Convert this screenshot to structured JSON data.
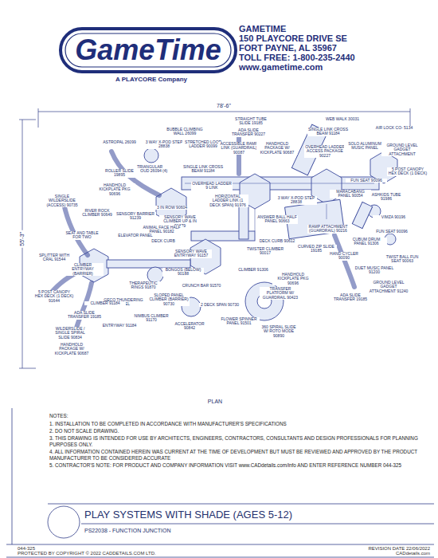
{
  "diagram": {
    "title": "PLAY SYSTEMS WITH SHADE (AGES 5-12)",
    "caption": "PS22038 - FUNCTION JUNCTION",
    "labels": [
      "GameTime",
      "A PLAYCORE Company",
      "GAMETIME",
      "150 PLAYCORE DRIVE SE",
      "FORT PAYNE, AL 35967",
      "TOLL FREE: 1-800-235-2440",
      "www.gametime.com",
      "78'-6\"",
      "55'-3\"",
      "WEB WALK 30031",
      "STRAIGHT TUBE SLIDE 19185",
      "ADA SLIDE TRANSFER 90227",
      "SINGLE LINK CROSS BEAM 91184",
      "AIR LOCK CO- 5134",
      "BUBBLE CLIMBING WALL 26099",
      "3 WAY X-POD STEP 28838",
      "STRETCHED LOOP LADDER 90099",
      "ACCESSIBLE RAMP LINK (GUARDRAIL) 90087",
      "HANDHOLD PACKAGE W/ KICKPLATE 90687",
      "OVERHEAD LADDER ACCESS PACKAGE 90227",
      "SOLO ALUMINUM MUSIC PANEL",
      "GROUND LEVEL GADGET ATTACHMENT",
      "ASTROPAL 26099",
      "SINGLE LINK CROSS BEAM 91184",
      "TRIANGULAR SHROUD 26094 (4)",
      "OVERHEAD LADDER 9 LINK",
      "HORIZONTAL LADDER LINK (1 DECK SPAN) 91976",
      "5 POST CANOPY HEX DECK (1 DECK)",
      "ROLLER SLIDE 19895",
      "HANDHOLD KICKPLATE PKG 90696",
      "3 WAY X-POD STEP 28838",
      "MARACABANG PANEL 90054",
      "FUN SEAT 90096",
      "ASHKIDS TUBE 91986",
      "3 IN ROW 90604",
      "SENSORY WAVE CLIMBER UP & IN 91379",
      "SINGLE WILDERSLIDE (ACCESS) 90735",
      "RIVER ROCK CLIMBER 90649",
      "SENSORY BARRIER 91239",
      "ANIMAL FACE HALF PANEL 90182",
      "DECK CURB",
      "ANSWER BALL HALF PANEL 90663",
      "DECK CURB 90612",
      "RAMP ATTACHMENT (GUARDRAIL) 90216",
      "VIMZA 90196",
      "FUN SEAT 90096",
      "SEAT AND TABLE FOR TWO",
      "ELEVATOR PANEL",
      "SENSORY WAVE ENTRYWAY 91157",
      "TWISTER CLIMBER 90017",
      "CURVED ZIP SLIDE 19185",
      "HAND CYCLER 90090",
      "CUBUM DRUM PANEL 91306",
      "TWIST BALL FUN SEAT 90063",
      "SPLITTER WITH CRAL 91544",
      "CLIMBER ENTRYWAY (BARRIER)",
      "BONGOS (BELOW) 90188",
      "CLIMBER 91306",
      "HANDHOLD KICKPLATE PKG 90696",
      "DUET MUSIC PANEL 91200",
      "GROUND LEVEL GADGET ATTACHMENT 91240",
      "5 POST CANOPY HEX DECK (1 DECK) 91644",
      "THERAPEUTIC RINGS 91870",
      "CRUNCH BAR 91570",
      "TRANSFER PLATFORM W/ GUARDRAIL 90423",
      "ADA SLIDE TRANSFER 19185",
      "GECO THUNDERING PANEL",
      "SLOPED PANEL CLIMBER (BARRIER) 90730",
      "2 DECK SPAN 90730",
      "ADA SLIDE TRANSFER 19185",
      "CLIMBER 91184",
      "NIMBUS CLIMBER 91170",
      "ENTRYWAY 91184",
      "WILDERSLIDE / SINGLE SPIRAL SLIDE 90834",
      "ACCELERATOR 90842",
      "FLOWER SPINNER PANEL 91501",
      "360 SPIRAL SLIDE W/ ROTO MODE 90890",
      "HANDHOLD PACKAGE W/ KICKPLATE 90687",
      "PLAN",
      "NOTES:",
      "1.  INSTALLATION TO BE COMPLETED IN ACCORDANCE WITH MANUFACTURER'S SPECIFICATIONS",
      "2.  DO NOT SCALE DRAWING.",
      "3.  THIS DRAWING IS INTENDED FOR USE BY ARCHITECTS, ENGINEERS, CONTRACTORS, CONSULTANTS AND DESIGN PROFESSIONALS FOR PLANNING PURPOSES ONLY.",
      "4.  ALL INFORMATION CONTAINED HEREIN WAS CURRENT AT THE TIME OF DEVELOPMENT BUT MUST BE REVIEWED AND APPROVED BY THE PRODUCT MANUFACTURER TO BE CONSIDERED ACCURATE",
      "5.  CONTRACTOR'S NOTE: FOR PRODUCT AND COMPANY INFORMATION VISIT www.CADdetails.com/info AND ENTER REFERENCE NUMBER  044-325",
      "044-325",
      "REVISION DATE 22/06/2022",
      "PROTECTED BY COPYRIGHT © 2022 CADDETAILS.COM LTD.",
      "CADdetails.com"
    ]
  }
}
